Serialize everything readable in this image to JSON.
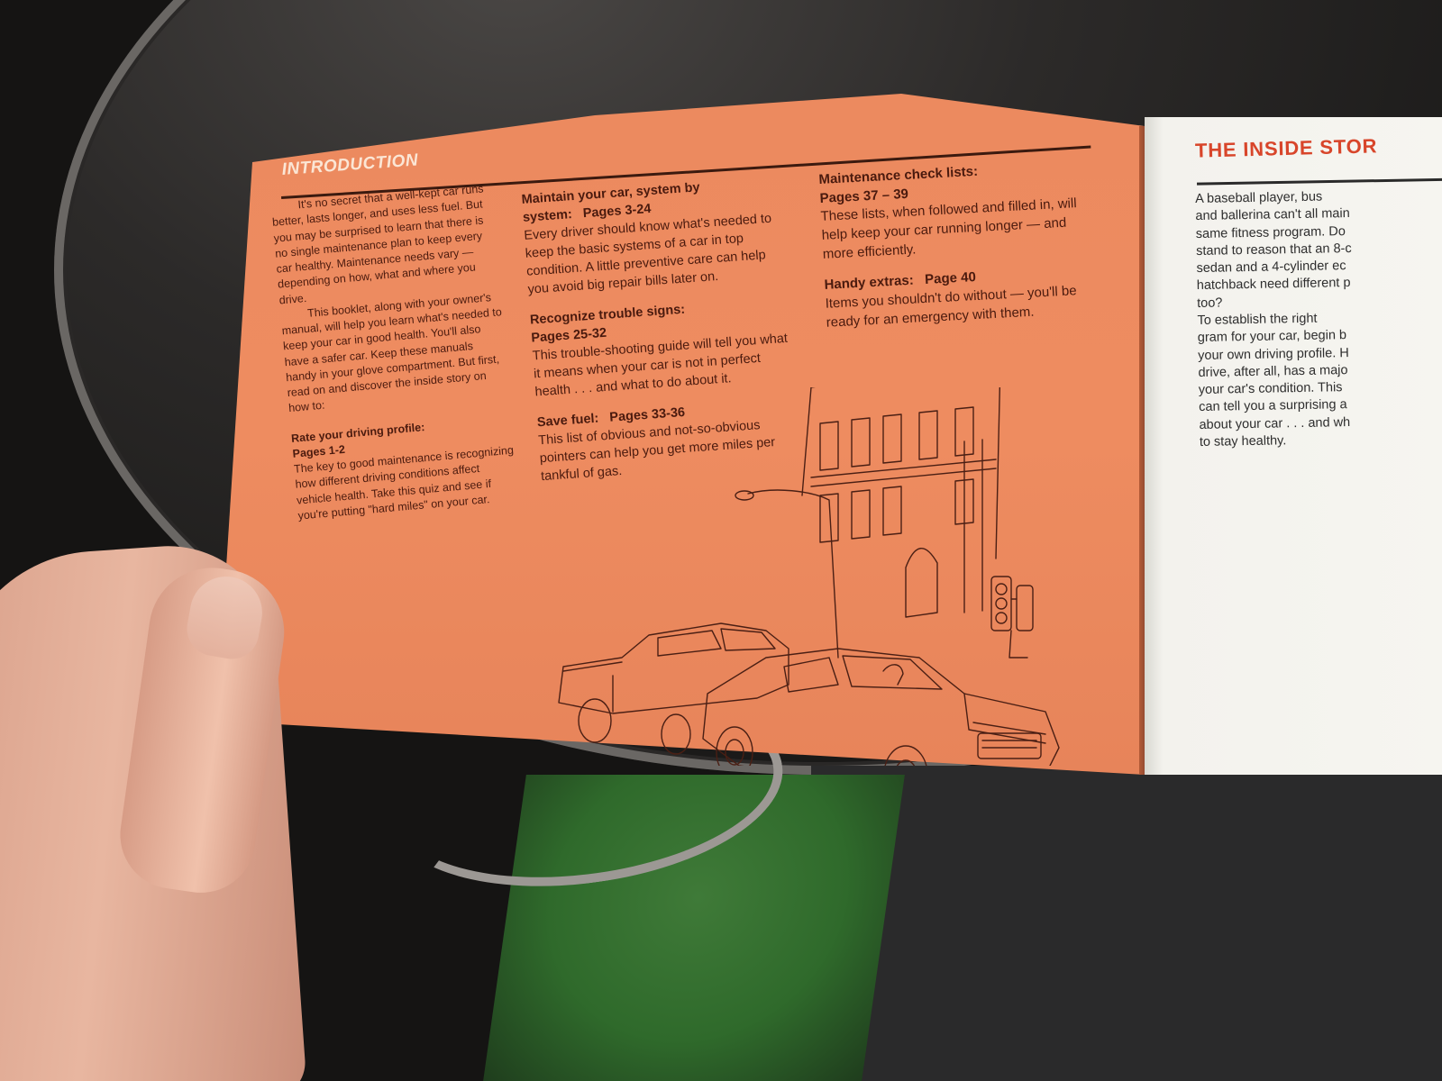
{
  "left_page": {
    "title": "INTRODUCTION",
    "col1": {
      "intro_p1": "It's no secret that a well-kept car runs better, lasts longer, and uses less fuel. But you may be surprised to learn that there is no single maintenance plan to keep every car healthy. Maintenance needs vary —depending on how, what and where you drive.",
      "intro_p2": "This booklet, along with your owner's manual, will help you learn what's needed to keep your car in good health. You'll also have a safer car. Keep these manuals handy in your glove compartment. But first, read on and discover the inside story on how to:",
      "s1_head": "Rate your driving profile:",
      "s1_pages": "Pages 1-2",
      "s1_body": "The key to good maintenance is recognizing how different driving conditions affect vehicle health. Take this quiz and see if you're putting \"hard miles\" on your car."
    },
    "col2": {
      "s2_head": "Maintain your car, system by system:",
      "s2_pages": "Pages 3-24",
      "s2_body": "Every driver should know what's needed to keep the basic systems of a car in top condition. A little preventive care can help you avoid big repair bills later on.",
      "s3_head": "Recognize trouble signs:",
      "s3_pages": "Pages 25-32",
      "s3_body": "This trouble-shooting guide will tell you what it means when your car is not in perfect health . . . and what to do about it.",
      "s4_head": "Save fuel:",
      "s4_pages": "Pages 33-36",
      "s4_body": "This list of obvious and not-so-obvious pointers can help you get more miles per tankful of gas."
    },
    "col3": {
      "s5_head": "Maintenance check lists:",
      "s5_pages": "Pages 37 – 39",
      "s5_body": "These lists, when followed and filled in, will help keep your car running longer — and more efficiently.",
      "s6_head": "Handy extras:",
      "s6_pages": "Page 40",
      "s6_body": "Items you shouldn't do without — you'll be ready for an emergency with them."
    }
  },
  "right_page": {
    "title": "THE INSIDE STOR",
    "body": "    A baseball player, bus\nand ballerina can't all main\nsame fitness program. Do\nstand to reason that an 8-c\nsedan and a 4-cylinder ec\nhatchback need different p\ntoo?\n    To establish the right\ngram for your car, begin b\nyour own driving profile. H\ndrive, after all, has a majo\nyour car's condition. This\ncan tell you a surprising a\nabout your car . . . and wh\nto stay healthy."
  },
  "colors": {
    "orange_page": "#ee8c60",
    "print_ink": "#4a1a0e",
    "white_title": "#d8452a"
  }
}
